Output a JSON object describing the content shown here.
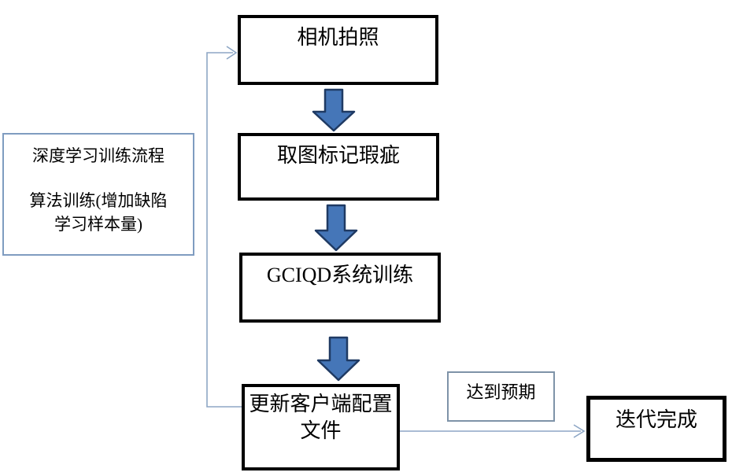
{
  "colors": {
    "background": "#ffffff",
    "process_border": "#000000",
    "block_arrow_fill": "#4576b8",
    "block_arrow_stroke": "#1f3a63",
    "thin_connector": "#8da6c5",
    "note_border": "#7f9cc0",
    "expectation_border": "#7e93a8",
    "text": "#000000"
  },
  "nodes": {
    "camera": {
      "label": "相机拍照"
    },
    "mark_defects": {
      "label": "取图标记瑕疵"
    },
    "gciqd_training": {
      "label": "GCIQD系统训练"
    },
    "update_config": {
      "lines": [
        "更新客户端配置",
        "文件"
      ]
    },
    "note": {
      "lines": [
        "深度学习训练流程",
        "算法训练(增加缺陷",
        "学习样本量)"
      ]
    },
    "expectation": {
      "label": "达到预期"
    },
    "iteration_complete": {
      "label": "迭代完成"
    }
  },
  "icons": {
    "down_block_arrow": "down-block-arrow",
    "open_arrowhead": "open-arrowhead"
  }
}
